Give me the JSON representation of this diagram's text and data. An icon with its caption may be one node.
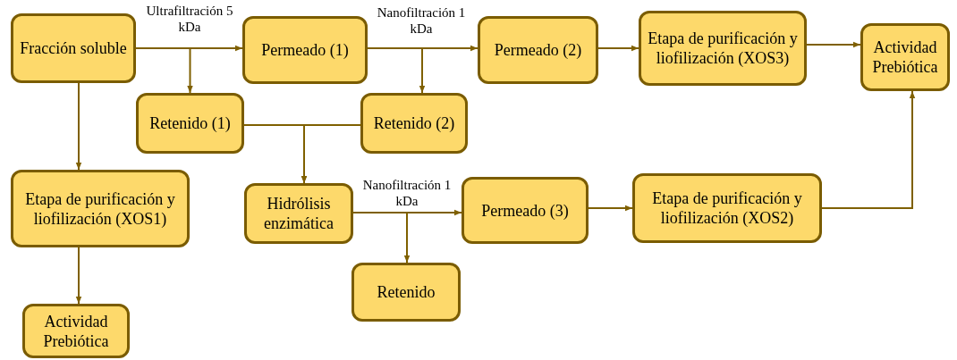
{
  "diagram": {
    "nodes": [
      {
        "text": [
          "Fracción soluble"
        ]
      },
      {
        "text": [
          "Permeado (1)"
        ]
      },
      {
        "text": [
          "Permeado (2)"
        ]
      },
      {
        "text": [
          "Etapa de purificación y liofilización (XOS3)"
        ]
      },
      {
        "text": [
          "Actividad Prebiótica"
        ]
      },
      {
        "text": [
          "Retenido (1)"
        ]
      },
      {
        "text": [
          "Retenido (2)"
        ]
      },
      {
        "text": [
          "Etapa de purificación y liofilización (XOS1)"
        ]
      },
      {
        "text": [
          "Hidrólisis enzimática"
        ]
      },
      {
        "text": [
          "Permeado (3)"
        ]
      },
      {
        "text": [
          "Etapa de purificación y liofilización (XOS2)"
        ]
      },
      {
        "text": [
          "Retenido"
        ]
      },
      {
        "text": [
          "Actividad Prebiótica"
        ]
      }
    ],
    "edges": [
      {
        "from": 0,
        "to": 1,
        "arrow": "to",
        "label": "Ultrafiltración 5 kDa"
      },
      {
        "from": 0,
        "to": 5,
        "arrow": "to"
      },
      {
        "from": 1,
        "to": 2,
        "arrow": "to",
        "label": "Nanofiltración 1 kDa"
      },
      {
        "from": 1,
        "to": 6,
        "arrow": "to"
      },
      {
        "from": 2,
        "to": 3,
        "arrow": "to"
      },
      {
        "from": 3,
        "to": 4,
        "arrow": "to"
      },
      {
        "from": 5,
        "to": 8,
        "arrow": "to"
      },
      {
        "from": 6,
        "to": 8,
        "arrow": "to"
      },
      {
        "from": 0,
        "to": 7,
        "arrow": "to"
      },
      {
        "from": 7,
        "to": 12,
        "arrow": "to"
      },
      {
        "from": 8,
        "to": 9,
        "arrow": "to",
        "label": "Nanofiltración 1 kDa"
      },
      {
        "from": 8,
        "to": 11,
        "arrow": "to"
      },
      {
        "from": 9,
        "to": 10,
        "arrow": "to"
      },
      {
        "from": 10,
        "to": 4,
        "arrow": "to"
      }
    ]
  }
}
